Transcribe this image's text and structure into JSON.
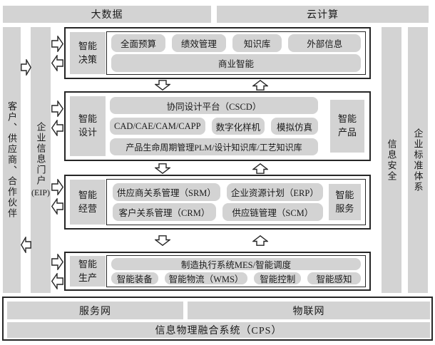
{
  "colors": {
    "panel_fill": "#d3d3d3",
    "border": "#262626",
    "background": "#ffffff"
  },
  "top_bars": {
    "big_data": "大数据",
    "cloud_computing": "云计算"
  },
  "left_bars": {
    "partners": "客户、供应商、合作伙伴",
    "eip_cjk": "企业信息门户",
    "eip_latin": "(EIP)"
  },
  "right_bars": {
    "info_security": "信息安全",
    "standards": "企业标准体系"
  },
  "sections": [
    {
      "label": "智能决策",
      "rows": [
        [
          "全面预算",
          "绩效管理",
          "知识库",
          "外部信息"
        ],
        [
          "商业智能"
        ]
      ]
    },
    {
      "label": "智能设计",
      "right_label": "智能产品",
      "rows": [
        [
          "协同设计平台（CSCD）"
        ],
        [
          "CAD/CAE/CAM/CAPP",
          "数字化样机",
          "模拟仿真"
        ],
        [
          "产品生命周期管理PLM/设计知识库/工艺知识库"
        ]
      ]
    },
    {
      "label": "智能经营",
      "right_label": "智能服务",
      "rows": [
        [
          "供应商关系管理（SRM）",
          "企业资源计划（ERP）"
        ],
        [
          "客户关系管理（CRM）",
          "供应链管理（SCM）"
        ]
      ]
    },
    {
      "label": "智能生产",
      "rows": [
        [
          "制造执行系统MES/智能调度"
        ],
        [
          "智能装备",
          "智能物流（WMS）",
          "智能控制",
          "智能感知"
        ]
      ]
    }
  ],
  "bottom": {
    "service_net": "服务网",
    "iot": "物联网",
    "cps": "信息物理融合系统（CPS）"
  },
  "icons": {
    "arrow_down": "hollow-block-arrow-down",
    "arrow_up": "hollow-block-arrow-up",
    "arrow_right": "hollow-block-arrow-right",
    "arrow_left": "hollow-block-arrow-left"
  }
}
